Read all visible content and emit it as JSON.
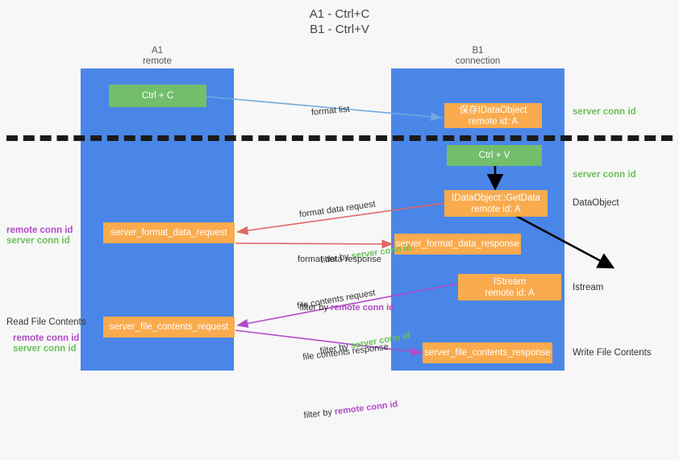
{
  "title": "A1 - Ctrl+C\nB1 - Ctrl+V",
  "lanes": [
    {
      "name": "A1",
      "sub": "remote",
      "header": "A1\nremote"
    },
    {
      "name": "B1",
      "sub": "connection",
      "header": "B1\nconnection"
    }
  ],
  "colors": {
    "lane_blue": "#4a86e8",
    "green_box": "#6aa84f",
    "green_box_light": "#72be6b",
    "orange_box": "#f9ab4e",
    "green_text": "#6bbf59",
    "purple_text": "#b14ac8",
    "blue_arrow": "#6fa8dc",
    "red_arrow": "#e06666",
    "magenta_arrow": "#b14ac8",
    "black_arrow": "#000000",
    "background": "#f7f7f7"
  },
  "boxes": {
    "ctrl_c": "Ctrl + C",
    "ctrl_v": "Ctrl + V",
    "save_idataobject": "保存IDataObject\nremote id: A",
    "getdata": "IDataObject::GetData\nremote id: A",
    "istream": "IStream\nremote id: A",
    "format_data_request": "server_format_data_request",
    "format_data_response": "server_format_data_response",
    "file_contents_request": "server_file_contents_request",
    "file_contents_response": "server_file_contents_response"
  },
  "edge_labels": {
    "format_list": "format list",
    "format_data_request": "format data request",
    "format_data_request_filter_prefix": "filter by ",
    "format_data_request_filter_key": "server conn id",
    "format_data_response": "format data response",
    "format_data_response_filter_prefix": "filter by ",
    "format_data_response_filter_key": "remote conn id",
    "file_contents_request": "file contents request",
    "file_contents_request_filter_prefix": "filter by ",
    "file_contents_request_filter_key": "server conn id",
    "file_contents_response": "file contents response",
    "file_contents_response_filter_prefix": "filter by ",
    "file_contents_response_filter_key": "remote conn id"
  },
  "right_labels": {
    "server_conn_id_top": "server conn id",
    "server_conn_id_mid": "server conn id",
    "dataobject": "DataObject",
    "istream": "Istream",
    "write_file_contents": "Write File Contents"
  },
  "left_labels": {
    "remote_conn_id_1": "remote conn id",
    "server_conn_id_1": "server conn id",
    "read_file_contents": "Read File Contents",
    "remote_conn_id_2": "remote conn id",
    "server_conn_id_2": "server conn id"
  }
}
